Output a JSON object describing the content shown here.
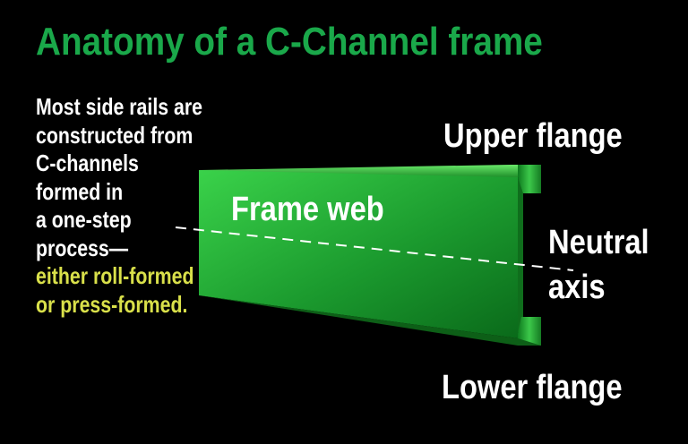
{
  "title": "Anatomy of a C-Channel frame",
  "description": {
    "lines": [
      "Most side rails are",
      "constructed from",
      "C-channels",
      "formed in",
      "a one-step",
      "process—"
    ],
    "highlight_lines": [
      "either roll-formed",
      "or press-formed."
    ]
  },
  "labels": {
    "upper_flange": "Upper flange",
    "lower_flange": "Lower flange",
    "frame_web": "Frame web",
    "neutral_axis_line1": "Neutral",
    "neutral_axis_line2": "axis"
  },
  "colors": {
    "title": "#1aa84a",
    "highlight": "#d9e04a",
    "channel_light": "#3ad24a",
    "channel_dark": "#0a6a1a"
  }
}
